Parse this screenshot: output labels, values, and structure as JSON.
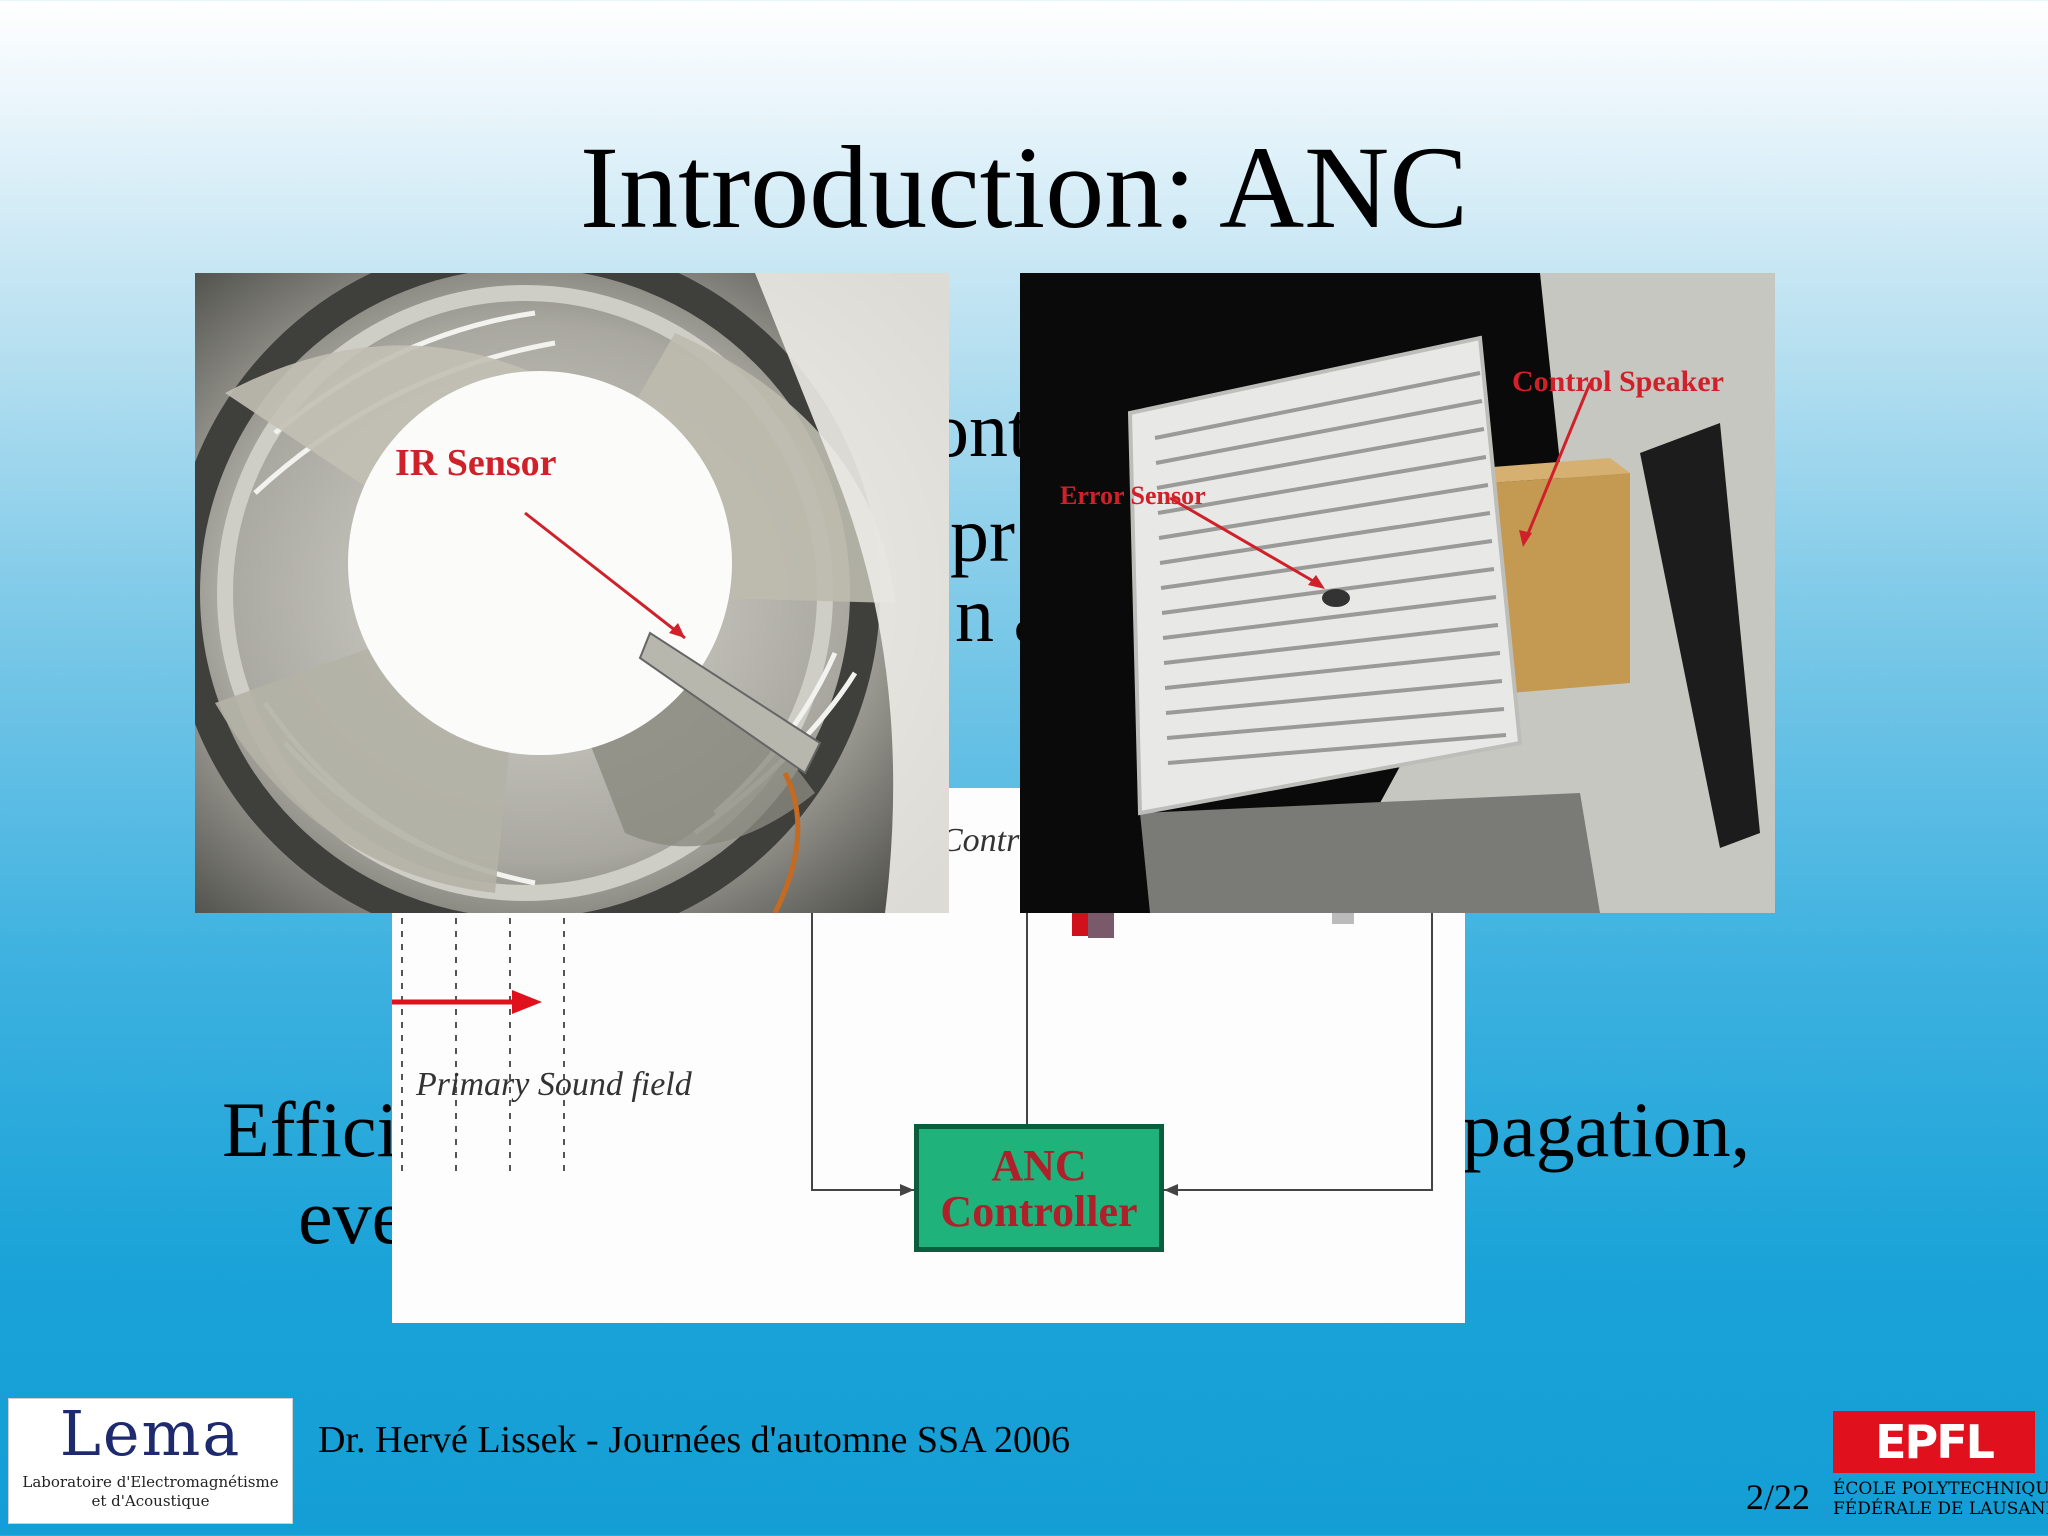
{
  "slide": {
    "title": "Introduction: ANC",
    "peek_text": {
      "line1": "ontr",
      "line2": "pr",
      "line3": "n a",
      "line4_left": "Effici",
      "line4_right": "pagation,",
      "line5": "eve"
    }
  },
  "diagram": {
    "primary_label": "Primary Sound field",
    "control_label": "Contr",
    "controller_line1": "ANC",
    "controller_line2": "Controller",
    "colors": {
      "arrow": "#e0101d",
      "controller_fill": "#1fb27a",
      "controller_text": "#b0202a"
    }
  },
  "photos": {
    "fan": {
      "label": "IR Sensor",
      "icon": "fan-photo"
    },
    "grille": {
      "label_error": "Error Sensor",
      "label_speaker": "Control Speaker",
      "icon": "grille-photo"
    }
  },
  "footer": {
    "lema": {
      "name": "Lema",
      "subtitle_line1": "Laboratoire d'Electromagnétisme",
      "subtitle_line2": "et d'Acoustique"
    },
    "author_text": "Dr. Hervé Lissek - Journées d'automne SSA 2006",
    "page_number": "2/22",
    "epfl": {
      "mark": "EPFL",
      "line1": "ÉCOLE POLYTECHNIQUE",
      "line2": "FÉDÉRALE DE LAUSANNE",
      "color": "#e0101d"
    }
  }
}
